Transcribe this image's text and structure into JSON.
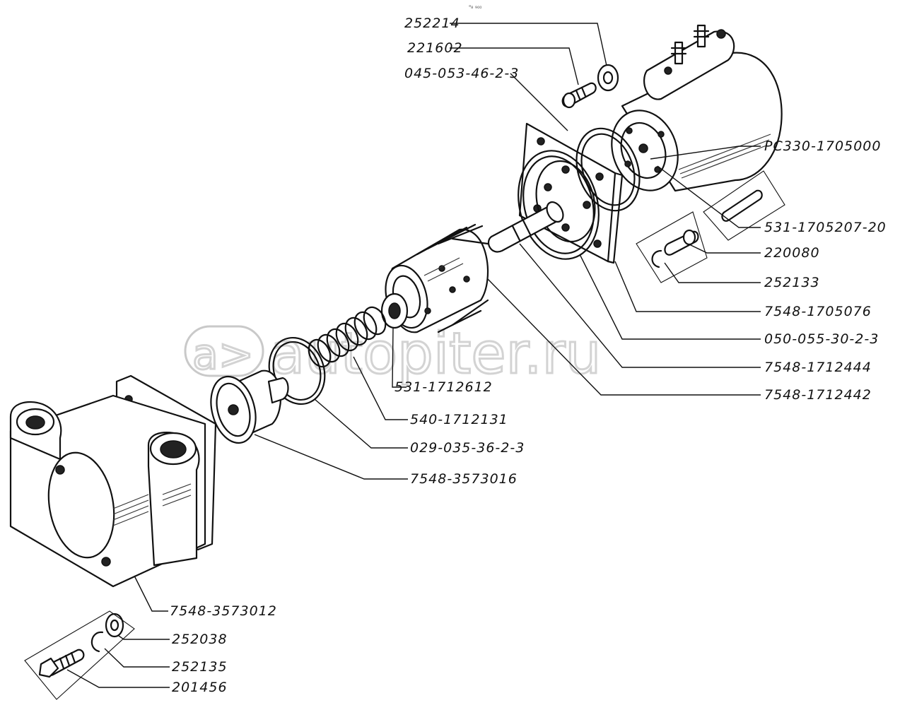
{
  "top_mark": "ᵃ₈ ₉₀₀",
  "watermark": "autopiter.ru",
  "watermark_logo": "a>",
  "labels": {
    "l252214": "252214",
    "l221602": "221602",
    "l045": "045-053-46-2-3",
    "lpc330": "PC330-1705000",
    "l531_207": "531-1705207-20",
    "l220080": "220080",
    "l252133": "252133",
    "l7548_076": "7548-1705076",
    "l050": "050-055-30-2-3",
    "l7548_444": "7548-1712444",
    "l7548_442": "7548-1712442",
    "l531_612": "531-1712612",
    "l540": "540-1712131",
    "l029": "029-035-36-2-3",
    "l7548_016": "7548-3573016",
    "l7548_012": "7548-3573012",
    "l252038": "252038",
    "l252135": "252135",
    "l201456": "201456"
  },
  "icons": {
    "logo": "autopiter-logo-icon"
  }
}
